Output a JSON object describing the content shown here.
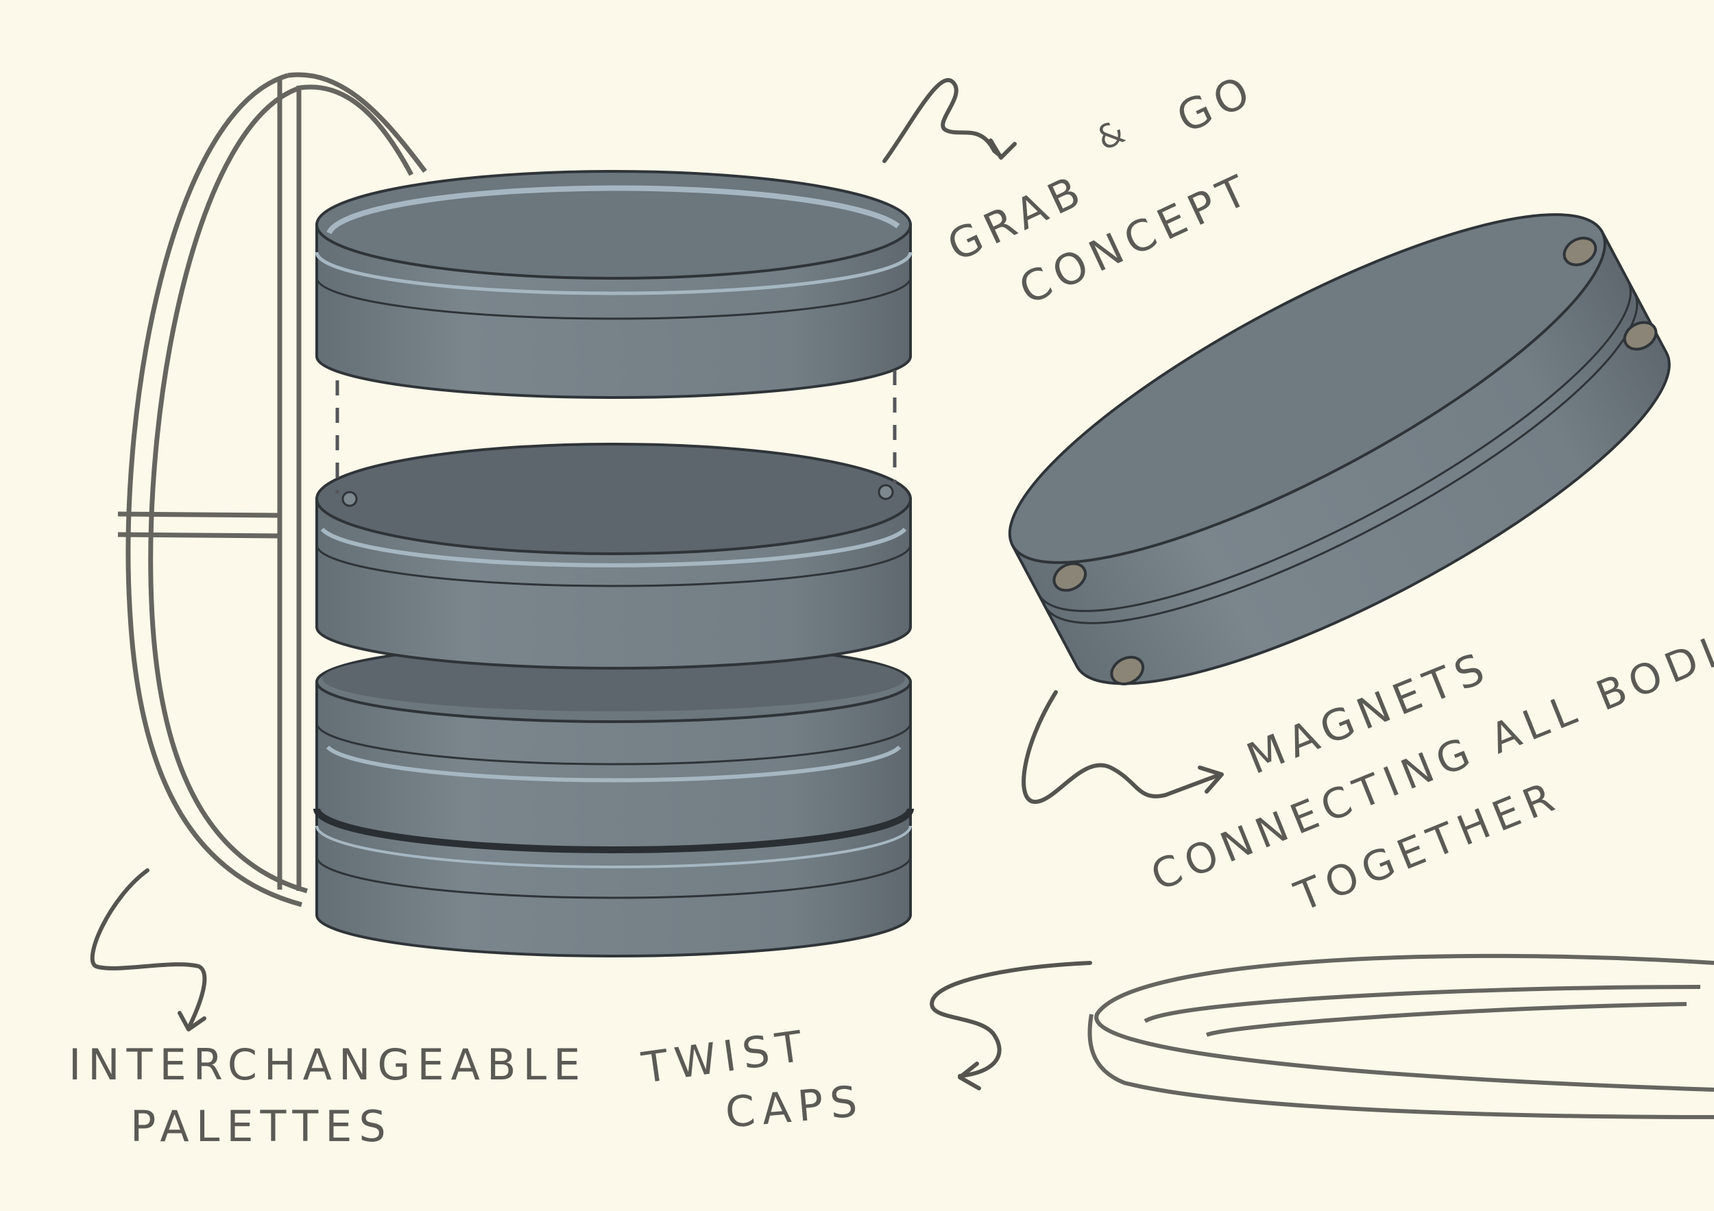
{
  "colors": {
    "background": "#fcf9ea",
    "body_fill": "#737e85",
    "body_dark": "#5d666d",
    "top_face": "#6b767d",
    "highlight": "#a6b7c2",
    "outline": "#2f3438",
    "pencil": "#5b5a55"
  },
  "icons": [
    "magnet-icon",
    "arrow-icon",
    "dashed-guide-line"
  ],
  "labels": {
    "grab_and_go_line1": "GRAB",
    "grab_and_go_amp": "&",
    "grab_and_go_go": "GO",
    "grab_and_go_line2": "CONCEPT",
    "magnets_line1": "MAGNETS",
    "magnets_line2": "CONNECTING ALL BODIES",
    "magnets_line3": "TOGETHER",
    "interchangeable_line1": "INTERCHANGEABLE",
    "interchangeable_line2": "PALETTES",
    "twist_line1": "TWIST",
    "twist_line2": "CAPS"
  }
}
